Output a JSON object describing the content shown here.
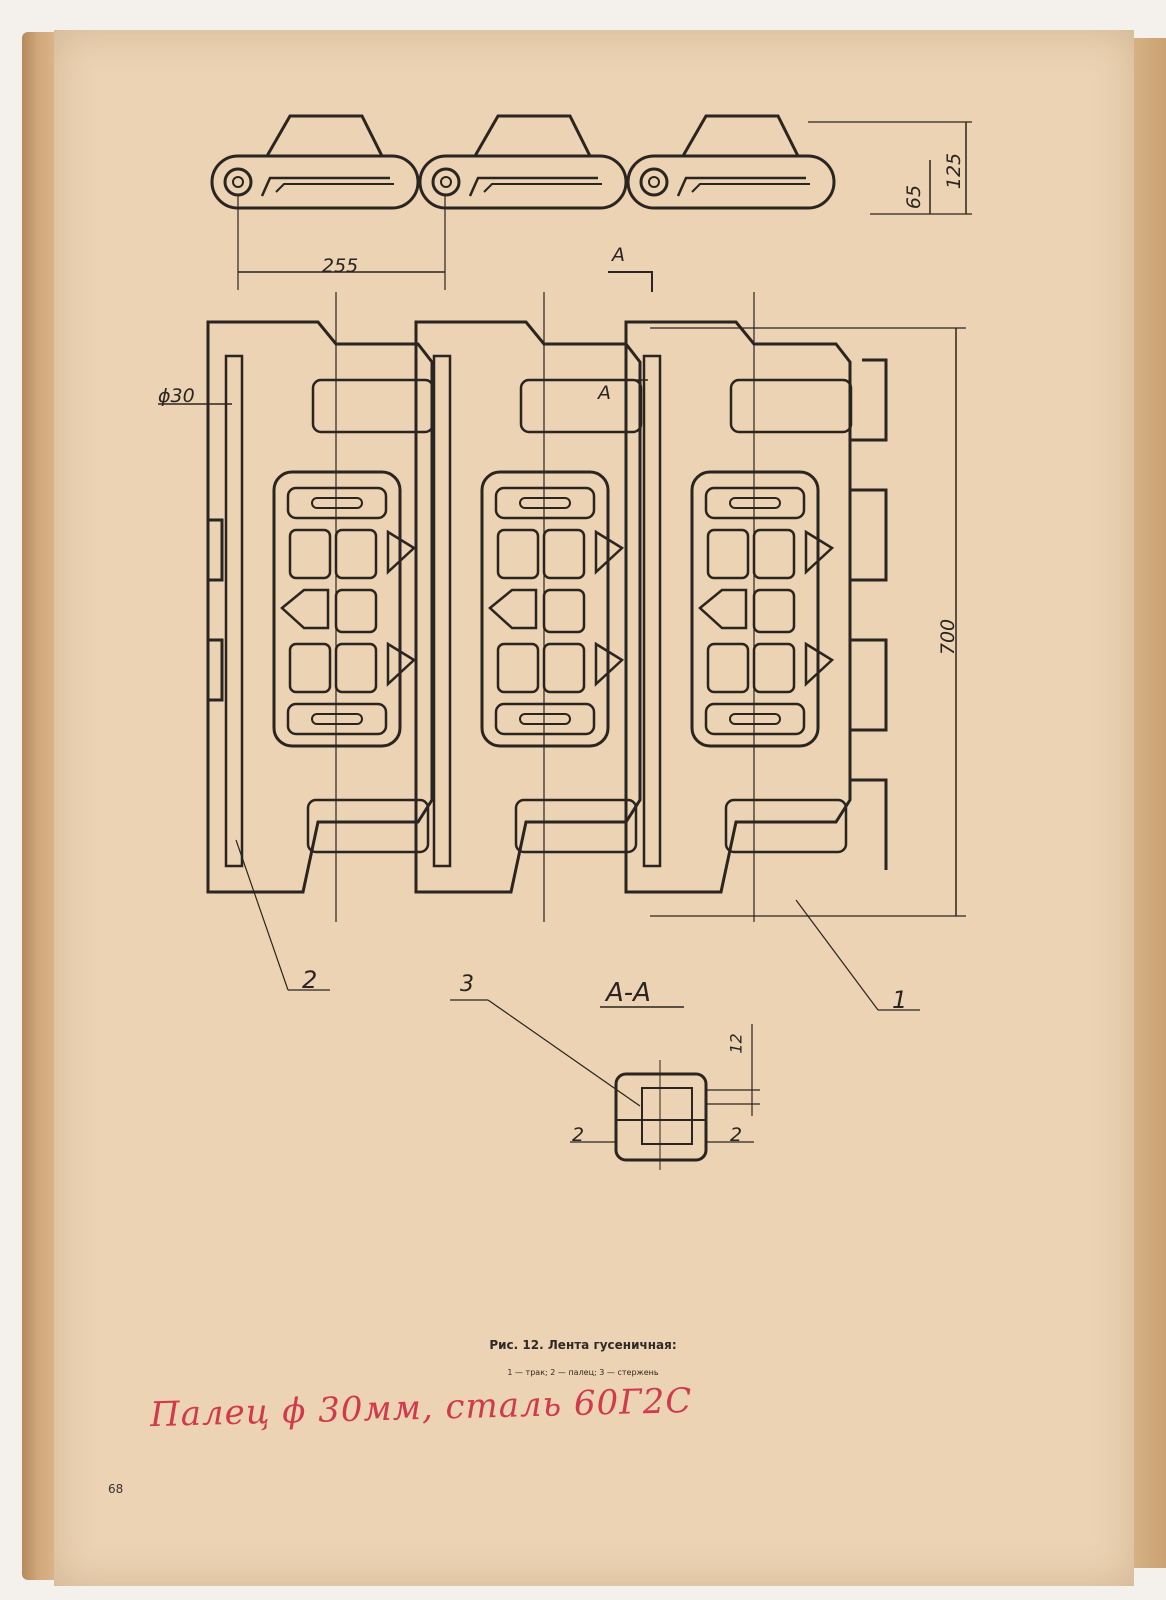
{
  "drawing": {
    "dim_pitch": "255",
    "dim_diameter": "ϕ30",
    "dim_height_total": "125",
    "dim_height_pin": "65",
    "dim_width": "700",
    "section_marker": "A",
    "section_title": "A-A",
    "dim_section_12": "12",
    "dim_section_2_left": "2",
    "dim_section_2_right": "2",
    "callout_1": "1",
    "callout_2": "2",
    "callout_3": "3"
  },
  "caption": {
    "title": "Рис. 12. Лента гусеничная:",
    "legend": "1 — трак; 2 — палец; 3 — стержень"
  },
  "handwritten_note": "Палец ϕ 30мм, сталь 60Г2С",
  "page_number": "68",
  "colors": {
    "paper": "#ebd3b3",
    "ink": "#2a2520",
    "note": "#d23a4b"
  }
}
